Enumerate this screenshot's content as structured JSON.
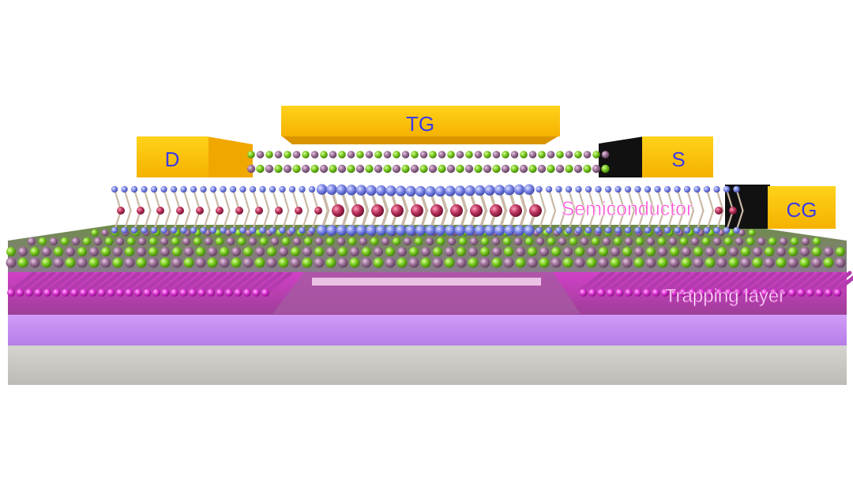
{
  "labels": {
    "top_gate": "TG",
    "drain": "D",
    "source": "S",
    "control_gate": "CG",
    "semiconductor": "Semiconductor",
    "trapping_layer": "Trapping layer"
  },
  "colors": {
    "gold": "#ffc400",
    "gold_dark": "#f0a800",
    "contact_shadow": "#111111",
    "label_blue": "#3a3ae8",
    "semiconductor_label": "#ff4fd8",
    "trapping_label": "#ffffff",
    "substrate_grey": "#cfcdc8",
    "oxide_violet": "#c98cf5",
    "trap_magenta": "#c02ab8",
    "atom_green": "#78c81e",
    "atom_mauve": "#9a6f96",
    "atom_blue": "#7b86e6",
    "atom_crimson": "#b8325a"
  }
}
